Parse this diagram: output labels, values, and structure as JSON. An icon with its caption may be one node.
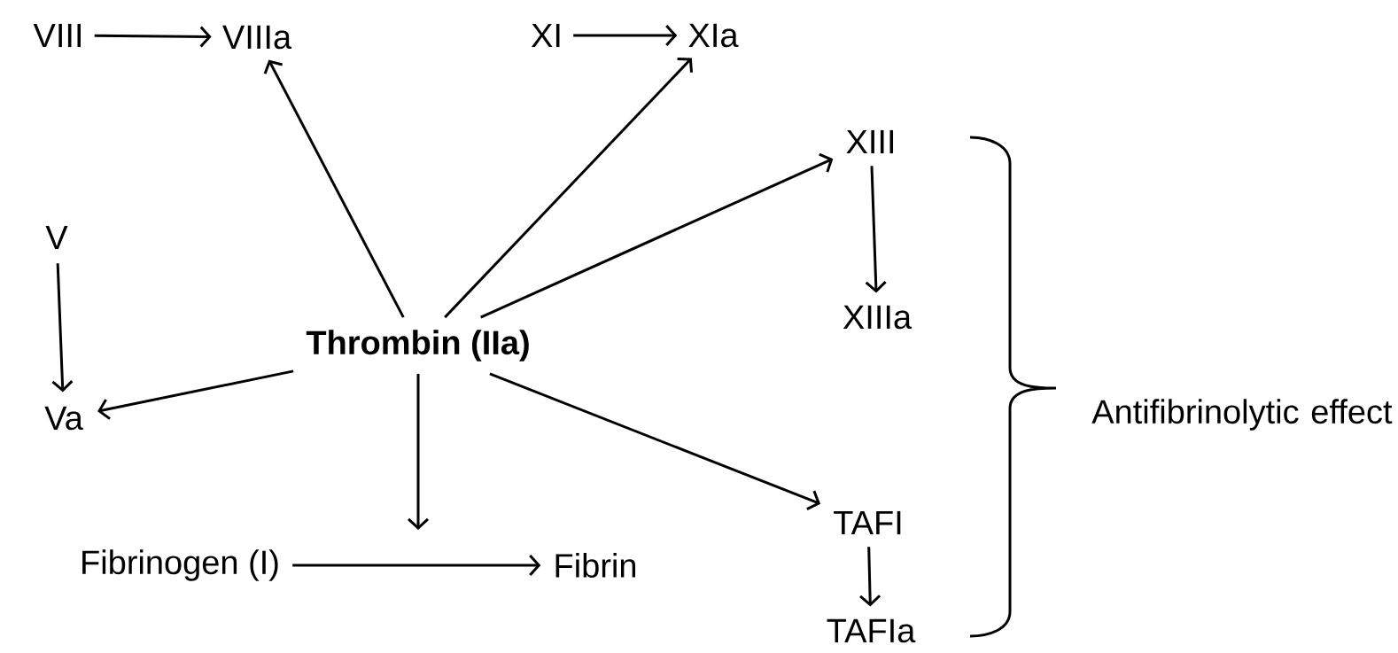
{
  "diagram": {
    "nodes": [
      {
        "text": [
          "VIII"
        ]
      },
      {
        "text": [
          "VIIIa"
        ]
      },
      {
        "text": [
          "XI"
        ]
      },
      {
        "text": [
          "XIa"
        ]
      },
      {
        "text": [
          "XIII"
        ]
      },
      {
        "text": [
          "V"
        ]
      },
      {
        "text": [
          "Thrombin (IIa)"
        ]
      },
      {
        "text": [
          "XIIIa"
        ]
      },
      {
        "text": [
          "Va"
        ]
      },
      {
        "text": [
          "Antifibrinolytic effect"
        ]
      },
      {
        "text": [
          "TAFI"
        ]
      },
      {
        "text": [
          "Fibrinogen (I)"
        ]
      },
      {
        "text": [
          "Fibrin"
        ]
      },
      {
        "text": [
          "TAFIa"
        ]
      }
    ],
    "edges": [
      {
        "from": 0,
        "to": 1,
        "arrow": "to"
      },
      {
        "from": 2,
        "to": 3,
        "arrow": "to"
      },
      {
        "from": 6,
        "to": 1,
        "arrow": "to"
      },
      {
        "from": 6,
        "to": 3,
        "arrow": "to"
      },
      {
        "from": 6,
        "to": 4,
        "arrow": "to"
      },
      {
        "from": 5,
        "to": 8,
        "arrow": "to"
      },
      {
        "from": 6,
        "to": 8,
        "arrow": "to"
      },
      {
        "from": 4,
        "to": 7,
        "arrow": "to"
      },
      {
        "from": 6,
        "to": null,
        "arrow": "to"
      },
      {
        "from": 6,
        "to": 10,
        "arrow": "to"
      },
      {
        "from": 11,
        "to": 12,
        "arrow": "to"
      },
      {
        "from": 10,
        "to": 13,
        "arrow": "to"
      }
    ]
  }
}
